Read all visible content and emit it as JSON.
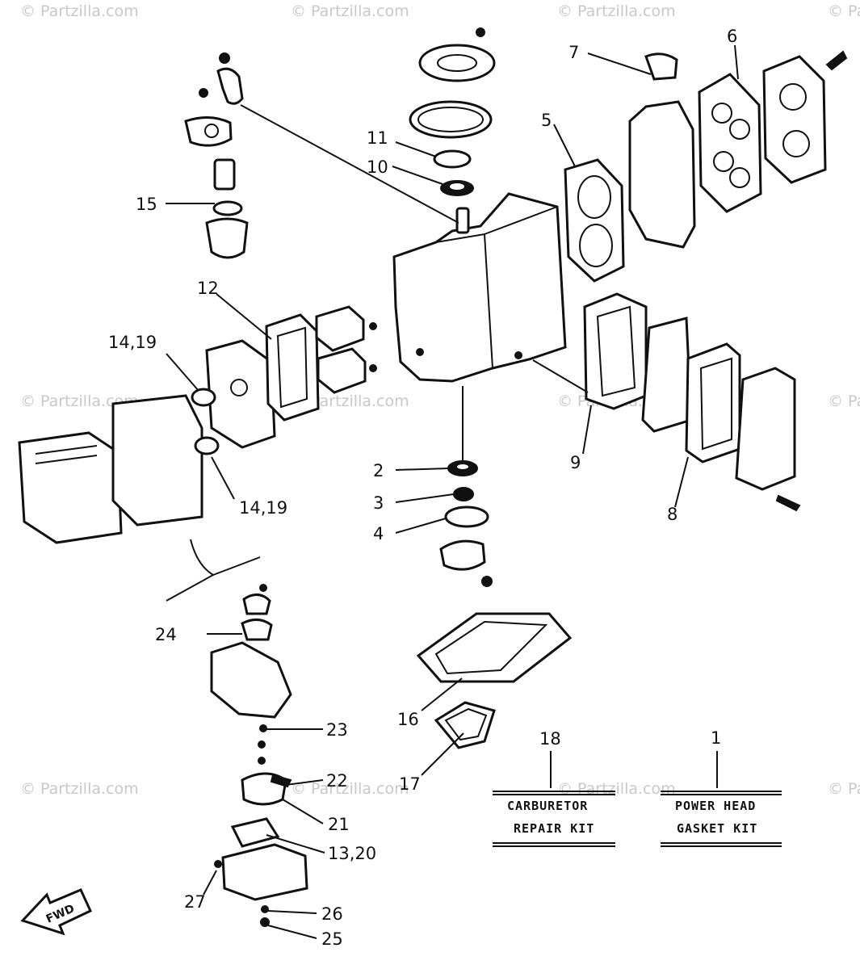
{
  "watermark": "© Partzilla.com",
  "callouts": {
    "c1": "1",
    "c2": "2",
    "c3": "3",
    "c4": "4",
    "c5": "5",
    "c6": "6",
    "c7": "7",
    "c8": "8",
    "c9": "9",
    "c10": "10",
    "c11": "11",
    "c12": "12",
    "c14_19_upper": "14,19",
    "c14_19_lower": "14,19",
    "c15": "15",
    "c16": "16",
    "c17": "17",
    "c18": "18",
    "c13_20": "13,20",
    "c21": "21",
    "c22": "22",
    "c23": "23",
    "c24": "24",
    "c25": "25",
    "c26": "26",
    "c27": "27"
  },
  "kits": {
    "carburetor": {
      "line1": "CARBURETOR",
      "line2": "REPAIR KIT"
    },
    "power_head": {
      "line1": "POWER HEAD",
      "line2": "GASKET KIT"
    }
  },
  "direction_arrow": "FWD"
}
